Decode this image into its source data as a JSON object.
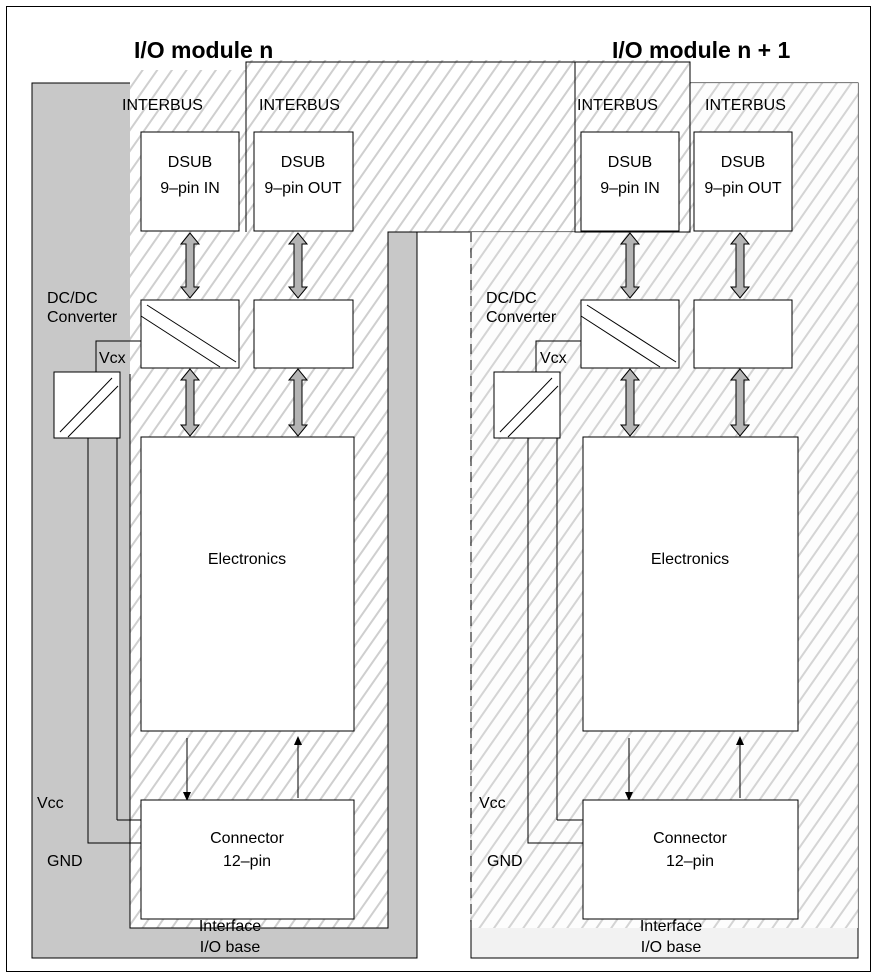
{
  "title_left": "I/O module n",
  "title_right": "I/O module n + 1",
  "modules": [
    {
      "interbus_in": "INTERBUS",
      "interbus_out": "INTERBUS",
      "dsub_in_line1": "DSUB",
      "dsub_in_line2": "9–pin IN",
      "dsub_out_line1": "DSUB",
      "dsub_out_line2": "9–pin OUT",
      "dcdc_line1": "DC/DC",
      "dcdc_line2": "Converter",
      "vcx": "Vcx",
      "electronics": "Electronics",
      "vcc": "Vcc",
      "gnd": "GND",
      "connector_line1": "Connector",
      "connector_line2": "12–pin",
      "interface_line1": "Interface",
      "interface_line2": "I/O base"
    },
    {
      "interbus_in": "INTERBUS",
      "interbus_out": "INTERBUS",
      "dsub_in_line1": "DSUB",
      "dsub_in_line2": "9–pin IN",
      "dsub_out_line1": "DSUB",
      "dsub_out_line2": "9–pin OUT",
      "dcdc_line1": "DC/DC",
      "dcdc_line2": "Converter",
      "vcx": "Vcx",
      "electronics": "Electronics",
      "vcc": "Vcc",
      "gnd": "GND",
      "connector_line1": "Connector",
      "connector_line2": "12–pin",
      "interface_line1": "Interface",
      "interface_line2": "I/O base"
    }
  ],
  "colors": {
    "base_left": "#c8c8c8",
    "base_right": "#f2f2f2",
    "hatch": "#d0d0d0",
    "arrow_fill": "#b4b4b4"
  }
}
